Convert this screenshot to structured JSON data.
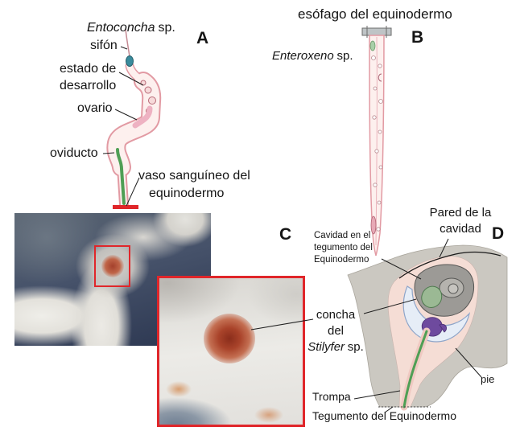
{
  "figure": {
    "panel_a": {
      "letter": "A",
      "species": {
        "genus": "Entoconcha",
        "suffix": "sp."
      },
      "siphon": "sifón",
      "development_stage": [
        "estado de",
        "desarrollo"
      ],
      "ovary": "ovario",
      "oviduct": "oviducto",
      "blood_vessel": [
        "vaso sanguíneo del",
        "equinodermo"
      ]
    },
    "panel_b": {
      "letter": "B",
      "esophagus": "esófago del equinodermo",
      "species": {
        "genus": "Enteroxeno",
        "suffix": "sp."
      }
    },
    "panel_c": {
      "letter": "C",
      "shell": {
        "line1": "concha",
        "line2": "del",
        "genus": "Stilyfer",
        "suffix": "sp."
      }
    },
    "panel_d": {
      "letter": "D",
      "cavity_wall": [
        "Pared de la",
        "cavidad"
      ],
      "integument_cavity": [
        "Cavidad en el",
        "tegumento del",
        "Equinodermo"
      ],
      "foot": "pie",
      "proboscis": "Trompa",
      "integument": "Tegumento del Equinodermo"
    }
  },
  "colors": {
    "parasite_outline": "#e29aa3",
    "parasite_fill": "#fdf0ee",
    "green_duct": "#4f9f55",
    "red_vessel": "#e0262a",
    "highlight_red": "#e0262a",
    "integument_grey": "#cbc8c1",
    "cavity_pink": "#f5ddd5",
    "shell_grey": "#9c9a96",
    "foot_purple": "#6e4a9e",
    "siphon_teal": "#3a8b9c"
  }
}
